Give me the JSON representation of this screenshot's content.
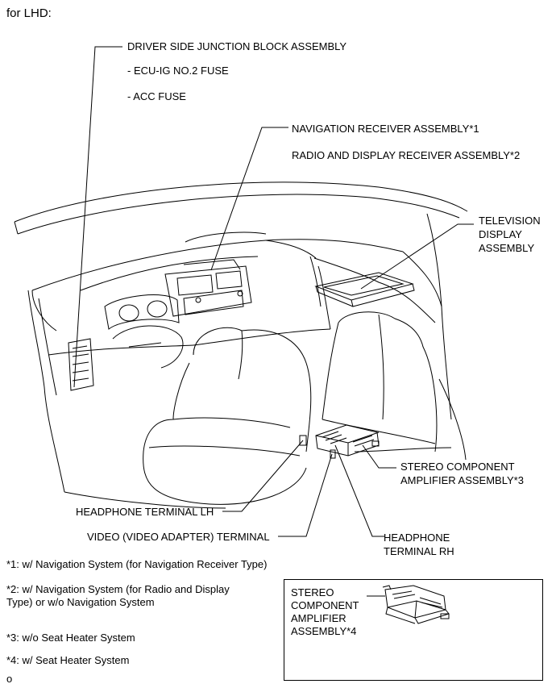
{
  "header": "for LHD:",
  "labels": {
    "driver_jb": "DRIVER SIDE JUNCTION BLOCK ASSEMBLY",
    "ecu_fuse": "- ECU-IG NO.2 FUSE",
    "acc_fuse": "- ACC FUSE",
    "nav_receiver": "NAVIGATION RECEIVER ASSEMBLY*1",
    "radio_display": "RADIO AND DISPLAY RECEIVER ASSEMBLY*2",
    "tv_display": [
      "TELEVISION",
      "DISPLAY",
      "ASSEMBLY"
    ],
    "stereo_amp": [
      "STEREO COMPONENT",
      "AMPLIFIER ASSEMBLY*3"
    ],
    "headphone_lh": "HEADPHONE TERMINAL LH",
    "video_terminal": "VIDEO (VIDEO ADAPTER) TERMINAL",
    "headphone_rh": [
      "HEADPHONE",
      "TERMINAL RH"
    ]
  },
  "notes": {
    "n1": "*1: w/ Navigation System (for Navigation Receiver Type)",
    "n2a": "*2: w/ Navigation System (for Radio and Display",
    "n2b": "Type) or w/o Navigation System",
    "n3": "*3: w/o Seat Heater System",
    "n4": "*4: w/ Seat Heater System"
  },
  "inset": {
    "label": [
      "STEREO",
      "COMPONENT",
      "AMPLIFIER",
      "ASSEMBLY*4"
    ]
  },
  "footer": "o"
}
